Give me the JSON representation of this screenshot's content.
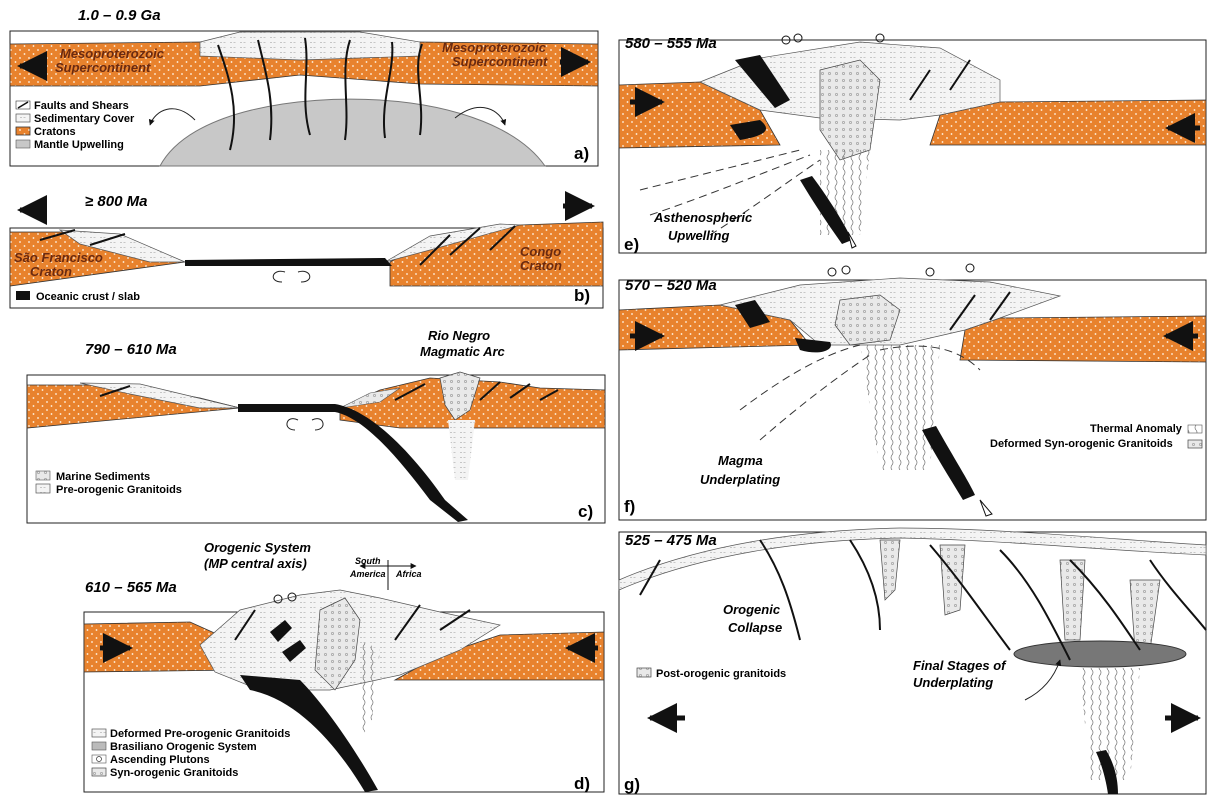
{
  "colors": {
    "craton": "#e8822d",
    "slab": "#111111",
    "mantle": "#c8c8c8"
  },
  "panel_a": {
    "age": "1.0 – 0.9 Ga",
    "left_label_1": "Mesoproterozoic",
    "left_label_2": "Supercontinent",
    "right_label_1": "Mesoproterozoic",
    "right_label_2": "Supercontinent",
    "legend": [
      "Faults and Shears",
      "Sedimentary Cover",
      "Cratons",
      "Mantle Upwelling"
    ],
    "letter": "a)"
  },
  "panel_b": {
    "age": "≥ 800 Ma",
    "left_label_1": "São Francisco",
    "left_label_2": "Craton",
    "right_label_1": "Congo",
    "right_label_2": "Craton",
    "legend": [
      "Oceanic crust / slab"
    ],
    "letter": "b)"
  },
  "panel_c": {
    "age": "790 – 610 Ma",
    "arc_label_1": "Rio Negro",
    "arc_label_2": "Magmatic Arc",
    "legend": [
      "Marine Sediments",
      "Pre-orogenic Granitoids"
    ],
    "letter": "c)"
  },
  "panel_d": {
    "age": "610 – 565 Ma",
    "title_1": "Orogenic System",
    "title_2": "(MP central axis)",
    "compass_left_1": "South",
    "compass_left_2": "America",
    "compass_right": "Africa",
    "legend": [
      "Deformed Pre-orogenic Granitoids",
      "Brasiliano Orogenic System",
      "Ascending Plutons",
      "Syn-orogenic Granitoids"
    ],
    "letter": "d)"
  },
  "panel_e": {
    "age": "580 – 555 Ma",
    "label_1": "Asthenospheric",
    "label_2": "Upwelling",
    "letter": "e)"
  },
  "panel_f": {
    "age": "570 – 520 Ma",
    "label_1": "Magma",
    "label_2": "Underplating",
    "legend": [
      "Thermal Anomaly",
      "Deformed Syn-orogenic Granitoids"
    ],
    "letter": "f)"
  },
  "panel_g": {
    "age": "525 – 475 Ma",
    "label_1": "Orogenic",
    "label_2": "Collapse",
    "label_3": "Final Stages of",
    "label_4": "Underplating",
    "legend": [
      "Post-orogenic granitoids"
    ],
    "letter": "g)"
  }
}
